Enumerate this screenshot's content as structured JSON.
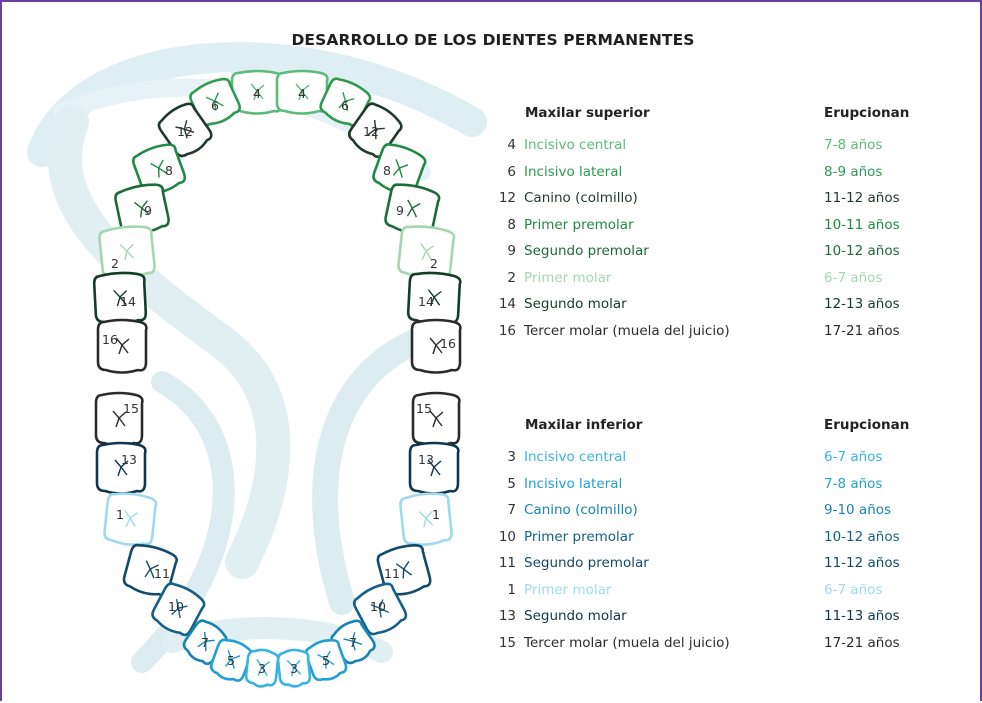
{
  "title": "DESARROLLO DE LOS DIENTES PERMANENTES",
  "upper": {
    "header": "Maxilar superior",
    "age_header": "Erupcionan",
    "rows": [
      {
        "num": "4",
        "name": "Incisivo central",
        "age": "7-8 años",
        "color": "#5dbb7a"
      },
      {
        "num": "6",
        "name": "Incisivo lateral",
        "age": "8-9 años",
        "color": "#2e9a52"
      },
      {
        "num": "12",
        "name": "Canino (colmillo)",
        "age": "11-12 años",
        "color": "#1f3a2a"
      },
      {
        "num": "8",
        "name": "Primer premolar",
        "age": "10-11 años",
        "color": "#1f8a45"
      },
      {
        "num": "9",
        "name": "Segundo premolar",
        "age": "10-12 años",
        "color": "#1c6b3a"
      },
      {
        "num": "2",
        "name": "Primer molar",
        "age": "6-7 años",
        "color": "#a6d6b0"
      },
      {
        "num": "14",
        "name": "Segundo molar",
        "age": "12-13 años",
        "color": "#123d27"
      },
      {
        "num": "16",
        "name": "Tercer molar (muela del juicio)",
        "age": "17-21 años",
        "color": "#2b2b2b"
      }
    ]
  },
  "lower": {
    "header": "Maxilar inferior",
    "age_header": "Erupcionan",
    "rows": [
      {
        "num": "3",
        "name": "Incisivo central",
        "age": "6-7 años",
        "color": "#39b3e3"
      },
      {
        "num": "5",
        "name": "Incisivo lateral",
        "age": "7-8 años",
        "color": "#1f9fd6"
      },
      {
        "num": "7",
        "name": "Canino (colmillo)",
        "age": "9-10 años",
        "color": "#1583b5"
      },
      {
        "num": "10",
        "name": "Primer premolar",
        "age": "10-12 años",
        "color": "#14608a"
      },
      {
        "num": "11",
        "name": "Segundo premolar",
        "age": "11-12 años",
        "color": "#124a6b"
      },
      {
        "num": "1",
        "name": "Primer molar",
        "age": "6-7 años",
        "color": "#9fd9f0"
      },
      {
        "num": "13",
        "name": "Segundo molar",
        "age": "11-13 años",
        "color": "#0f3550"
      },
      {
        "num": "15",
        "name": "Tercer molar (muela del juicio)",
        "age": "17-21 años",
        "color": "#2b2b2b"
      }
    ]
  },
  "teeth_upper_labels": {
    "left": [
      "6",
      "4",
      "12",
      "8",
      "9",
      "2",
      "14",
      "16"
    ],
    "right": [
      "4",
      "6",
      "12",
      "8",
      "9",
      "2",
      "14",
      "16"
    ]
  },
  "teeth_lower_labels": {
    "left": [
      "15",
      "13",
      "1",
      "11",
      "10",
      "7",
      "5",
      "3"
    ],
    "right": [
      "15",
      "13",
      "1",
      "11",
      "10",
      "7",
      "5",
      "3"
    ]
  },
  "colors": {
    "upper_light": "#a6d6b0",
    "upper_mid": "#2e9a52",
    "upper_dark": "#123d27",
    "lower_light": "#9fd9f0",
    "lower_mid": "#1f9fd6",
    "lower_dark": "#0f3550",
    "swirl": "#d7e8ec"
  }
}
